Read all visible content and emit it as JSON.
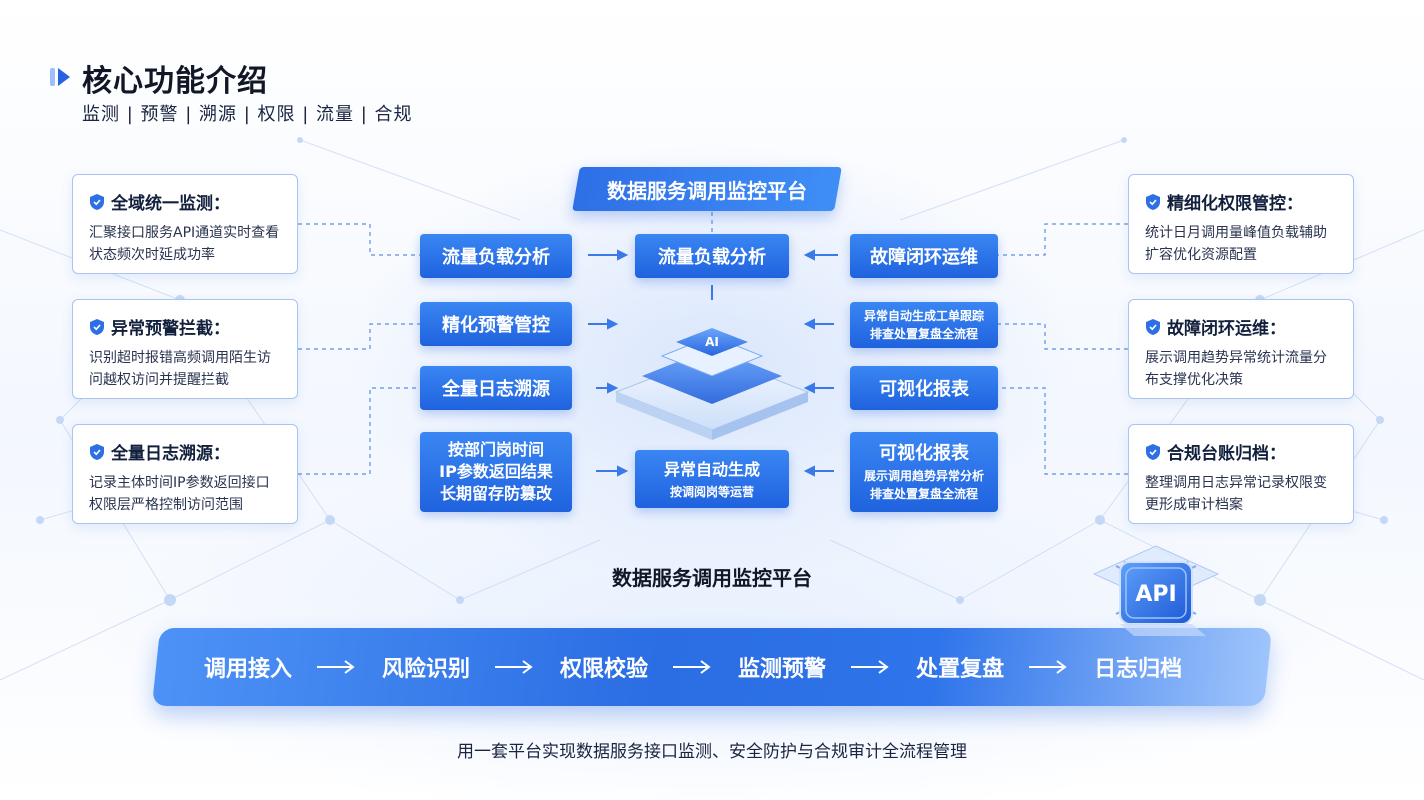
{
  "header": {
    "title": "核心功能介绍",
    "subtitle": "监测 | 预警 | 溯源 | 权限 | 流量 | 合规"
  },
  "left_cards": [
    {
      "title": "全域统一监测：",
      "desc": "汇聚接口服务API通道实时查看状态频次时延成功率"
    },
    {
      "title": "异常预警拦截：",
      "desc": "识别超时报错高频调用陌生访问越权访问并提醒拦截"
    },
    {
      "title": "全量日志溯源：",
      "desc": "记录主体时间IP参数返回接口权限层严格控制访问范围"
    }
  ],
  "right_cards": [
    {
      "title": "精细化权限管控：",
      "desc": "统计日月调用量峰值负载辅助扩容优化资源配置"
    },
    {
      "title": "故障闭环运维：",
      "desc": "展示调用趋势异常统计流量分布支撑优化决策"
    },
    {
      "title": "合规台账归档：",
      "desc": "整理调用日志异常记录权限变更形成审计档案"
    }
  ],
  "center": {
    "banner": "数据服务调用监控平台",
    "col_left": [
      "流量负载分析",
      "精化预警管控",
      "全量日志溯源",
      "按部门岗时间",
      "IP参数返回结果",
      "长期留存防篡改"
    ],
    "col_mid": [
      "流量负载分析",
      "异常自动生成",
      "按调阅岗等运营"
    ],
    "col_right": [
      "故障闭环运维",
      "异常自动生成工单跟踪",
      "排查处置复盘全流程",
      "可视化报表",
      "可视化报表",
      "展示调用趋势异常分析",
      "排查处置复盘全流程"
    ],
    "ai_label": "AI",
    "caption": "数据服务调用监控平台"
  },
  "flow": {
    "steps": [
      "调用接入",
      "风险识别",
      "权限校验",
      "监测预警",
      "处置复盘",
      "日志归档"
    ],
    "chip_label": "API"
  },
  "footer": "用一套平台实现数据服务接口监测、安全防护与合规审计全流程管理",
  "colors": {
    "accent": "#2563e0",
    "accent_light": "#3a86f3",
    "card_border": "#a9c4ef",
    "title_text": "#111726"
  }
}
